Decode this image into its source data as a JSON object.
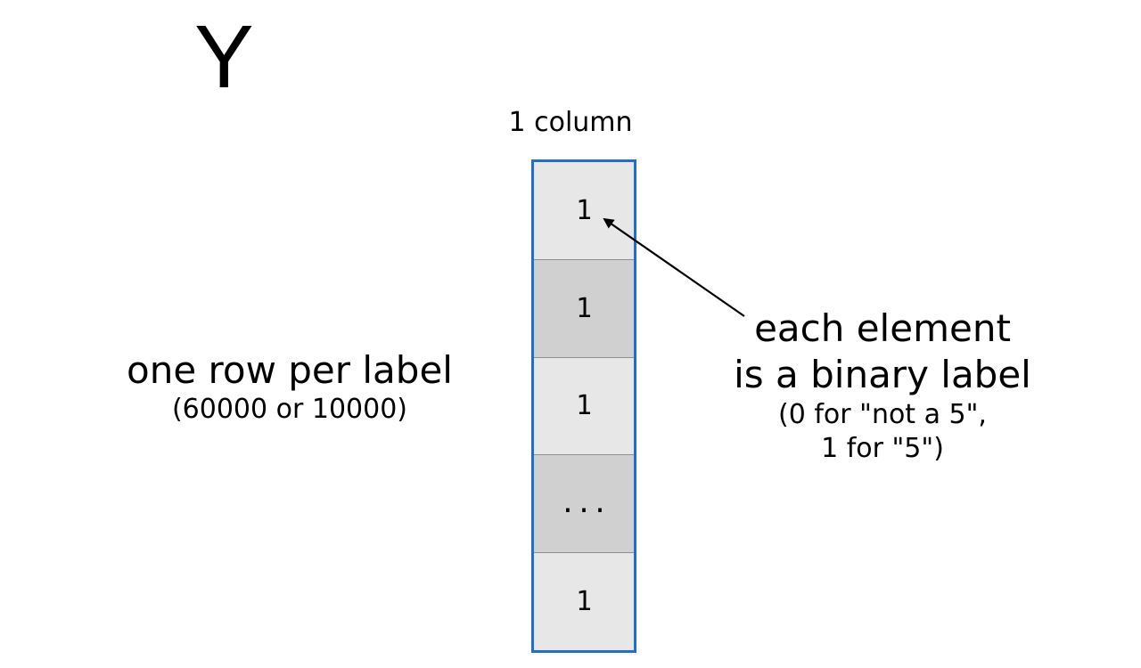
{
  "title": "Y",
  "column_label": "1 column",
  "cells": [
    "1",
    "1",
    "1",
    "...",
    "1"
  ],
  "left_note": {
    "main": "one row per label",
    "sub": "(60000 or 10000)"
  },
  "right_note": {
    "line1": "each element",
    "line2": "is a binary label",
    "line3": "(0 for \"not a 5\",",
    "line4": "1 for \"5\")"
  },
  "colors": {
    "matrix_border": "#1f6fd0",
    "cell_light": "#e7e7e7",
    "cell_dark": "#d0d0d0"
  }
}
